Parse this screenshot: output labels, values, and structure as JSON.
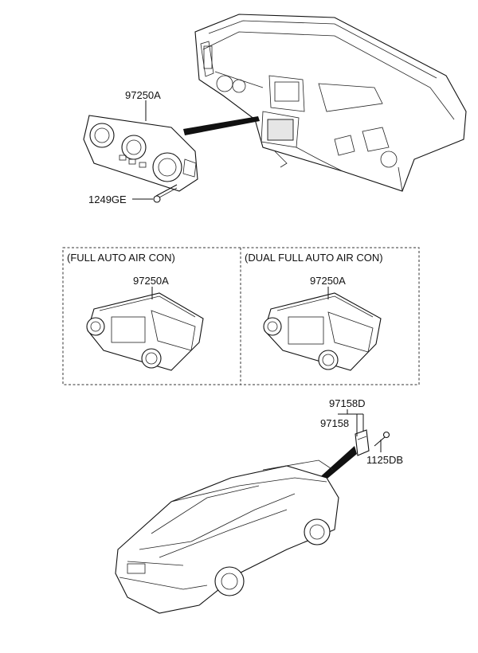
{
  "labels": {
    "top_control": "97250A",
    "screw": "1249GE",
    "variant_left_title": "(FULL AUTO AIR CON)",
    "variant_left_part": "97250A",
    "variant_right_title": "(DUAL FULL AUTO AIR CON)",
    "variant_right_part": "97250A",
    "sensor_assembly": "97158D",
    "sensor": "97158",
    "bolt": "1125DB"
  }
}
